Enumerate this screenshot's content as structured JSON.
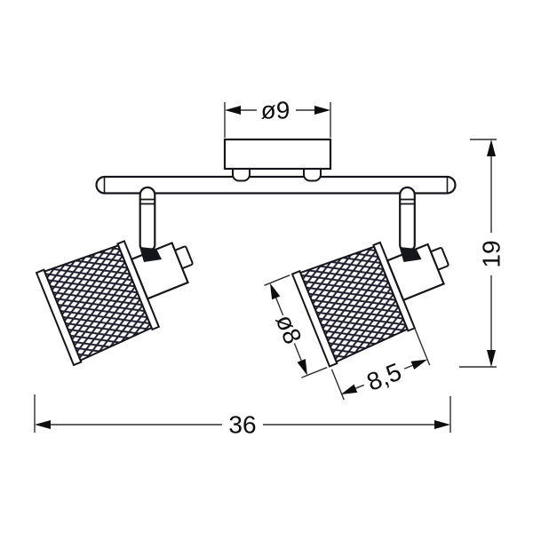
{
  "drawing": {
    "dimensions": {
      "canopy_diameter": "ø9",
      "overall_height": "19",
      "shade_diameter": "ø8",
      "shade_length": "8,5",
      "overall_width": "36"
    },
    "colors": {
      "ink": "#15151c",
      "mesh_strand": "#1d1d2e",
      "dimension_line": "#2e2e2e",
      "background": "#ffffff"
    }
  }
}
